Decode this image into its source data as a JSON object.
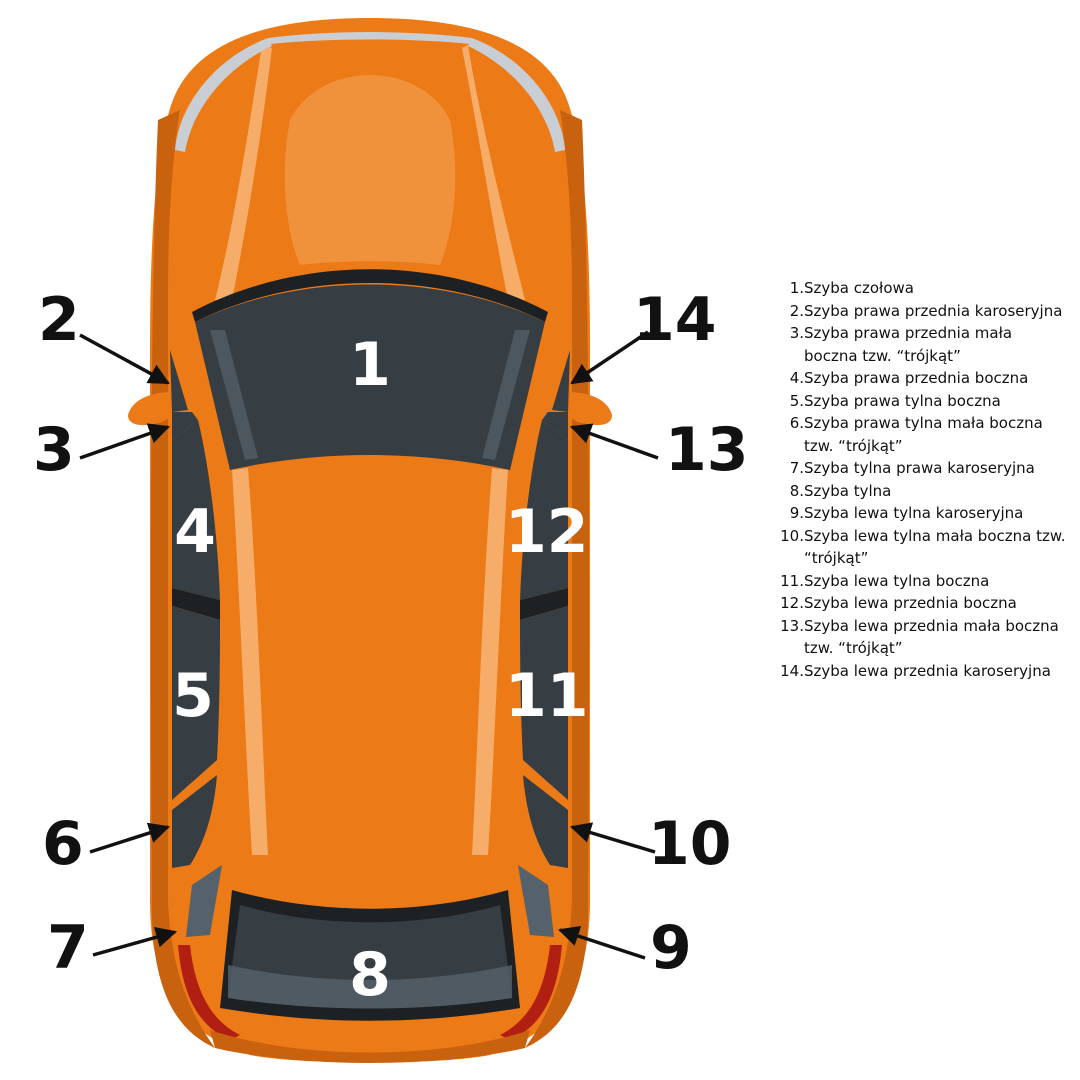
{
  "diagram": {
    "colors": {
      "body": "#ec7a16",
      "body_dark": "#c9620f",
      "highlight": "#f7ad6a",
      "glass": "#363d43",
      "glass_light": "#56626b",
      "trim": "#1e2124",
      "chrome": "#c8ced3",
      "tail_light": "#b11f12",
      "text_dark": "#111111",
      "text_light": "#ffffff"
    },
    "glass_labels": [
      "1",
      "4",
      "5",
      "12",
      "11",
      "8"
    ],
    "callouts": [
      "2",
      "3",
      "6",
      "7",
      "14",
      "13",
      "10",
      "9"
    ]
  },
  "legend": {
    "items": [
      {
        "num": "1.",
        "text": "Szyba czołowa"
      },
      {
        "num": "2.",
        "text": "Szyba prawa przednia karoseryjna"
      },
      {
        "num": "3.",
        "text": "Szyba prawa przednia mała boczna tzw. “trójkąt”"
      },
      {
        "num": "4.",
        "text": "Szyba prawa przednia boczna"
      },
      {
        "num": "5.",
        "text": "Szyba prawa tylna boczna"
      },
      {
        "num": "6.",
        "text": "Szyba prawa tylna mała boczna tzw. “trójkąt”"
      },
      {
        "num": "7.",
        "text": "Szyba tylna prawa karoseryjna"
      },
      {
        "num": "8.",
        "text": "Szyba tylna"
      },
      {
        "num": "9.",
        "text": "Szyba lewa tylna karoseryjna"
      },
      {
        "num": "10.",
        "text": "Szyba lewa tylna mała boczna tzw. “trójkąt”"
      },
      {
        "num": "11.",
        "text": "Szyba lewa tylna boczna"
      },
      {
        "num": "12.",
        "text": "Szyba lewa przednia boczna"
      },
      {
        "num": "13.",
        "text": "Szyba lewa przednia mała boczna tzw. “trójkąt”"
      },
      {
        "num": "14.",
        "text": "Szyba lewa przednia karoseryjna"
      }
    ]
  }
}
